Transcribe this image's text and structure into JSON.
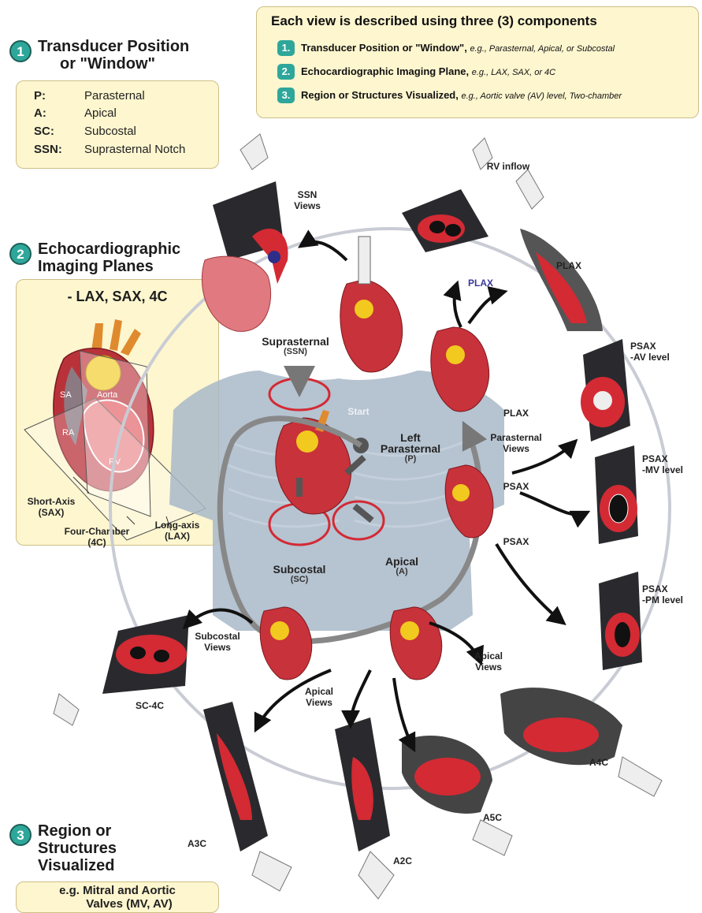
{
  "section1": {
    "number": "1",
    "title_line1": "Transducer Position",
    "title_line2": "or \"Window\"",
    "abbreviations": [
      {
        "abbr": "P:",
        "term": "Parasternal"
      },
      {
        "abbr": "A:",
        "term": "Apical"
      },
      {
        "abbr": "SC:",
        "term": "Subcostal"
      },
      {
        "abbr": "SSN:",
        "term": "Suprasternal Notch"
      }
    ]
  },
  "section2": {
    "number": "2",
    "title_line1": "Echocardiographic",
    "title_line2": "Imaging Planes",
    "box_title": "- LAX, SAX, 4C",
    "heart_labels": {
      "aorta": "Aorta",
      "sa": "SA",
      "ra": "RA",
      "rv": "RV"
    },
    "short_axis": "Short-Axis",
    "short_axis_abbr": "(SAX)",
    "four_chamber": "Four-Chamber",
    "four_chamber_abbr": "(4C)",
    "long_axis": "Long-axis",
    "long_axis_abbr": "(LAX)"
  },
  "section3": {
    "number": "3",
    "title_line1": "Region or",
    "title_line2": "Structures",
    "title_line3": "Visualized",
    "example_line1": "e.g. Mitral and Aortic",
    "example_line2": "Valves (MV, AV)"
  },
  "components": {
    "title": "Each view is described using three (3) components",
    "items": [
      {
        "num": "1.",
        "label": "Transducer Position or \"Window\",",
        "example": "e.g., Parasternal, Apical, or Subcostal"
      },
      {
        "num": "2.",
        "label": "Echocardiographic Imaging Plane,",
        "example": "e.g., LAX, SAX, or 4C"
      },
      {
        "num": "3.",
        "label": "Region or Structures Visualized,",
        "example": "e.g., Aortic valve (AV) level, Two-chamber"
      }
    ]
  },
  "center": {
    "suprasternal": "Suprasternal",
    "suprasternal_abbr": "(SSN)",
    "start": "Start",
    "left_parasternal_1": "Left",
    "left_parasternal_2": "Parasternal",
    "left_parasternal_abbr": "(P)",
    "subcostal": "Subcostal",
    "subcostal_abbr": "(SC)",
    "apical": "Apical",
    "apical_abbr": "(A)"
  },
  "views": {
    "ssn_views_1": "SSN",
    "ssn_views_2": "Views",
    "rv_inflow": "RV inflow",
    "plax_blue": "PLAX",
    "plax": "PLAX",
    "plax2": "PLAX",
    "parasternal_views_1": "Parasternal",
    "parasternal_views_2": "Views",
    "psax_upper": "PSAX",
    "psax_lower": "PSAX",
    "psax_av_1": "PSAX",
    "psax_av_2": "-AV level",
    "psax_mv_1": "PSAX",
    "psax_mv_2": "-MV level",
    "psax_pm_1": "PSAX",
    "psax_pm_2": "-PM level",
    "subcostal_views_1": "Subcostal",
    "subcostal_views_2": "Views",
    "sc4c": "SC-4C",
    "apical_views_right_1": "Apical",
    "apical_views_right_2": "Views",
    "apical_views_left_1": "Apical",
    "apical_views_left_2": "Views",
    "a4c": "A4C",
    "a5c": "A5C",
    "a2c": "A2C",
    "a3c": "A3C"
  },
  "colors": {
    "teal": "#2ea79a",
    "beige": "#fdf6cf",
    "heart_red": "#d2323c",
    "torso": "#a9b8c8",
    "ring": "#c9ccd4"
  }
}
